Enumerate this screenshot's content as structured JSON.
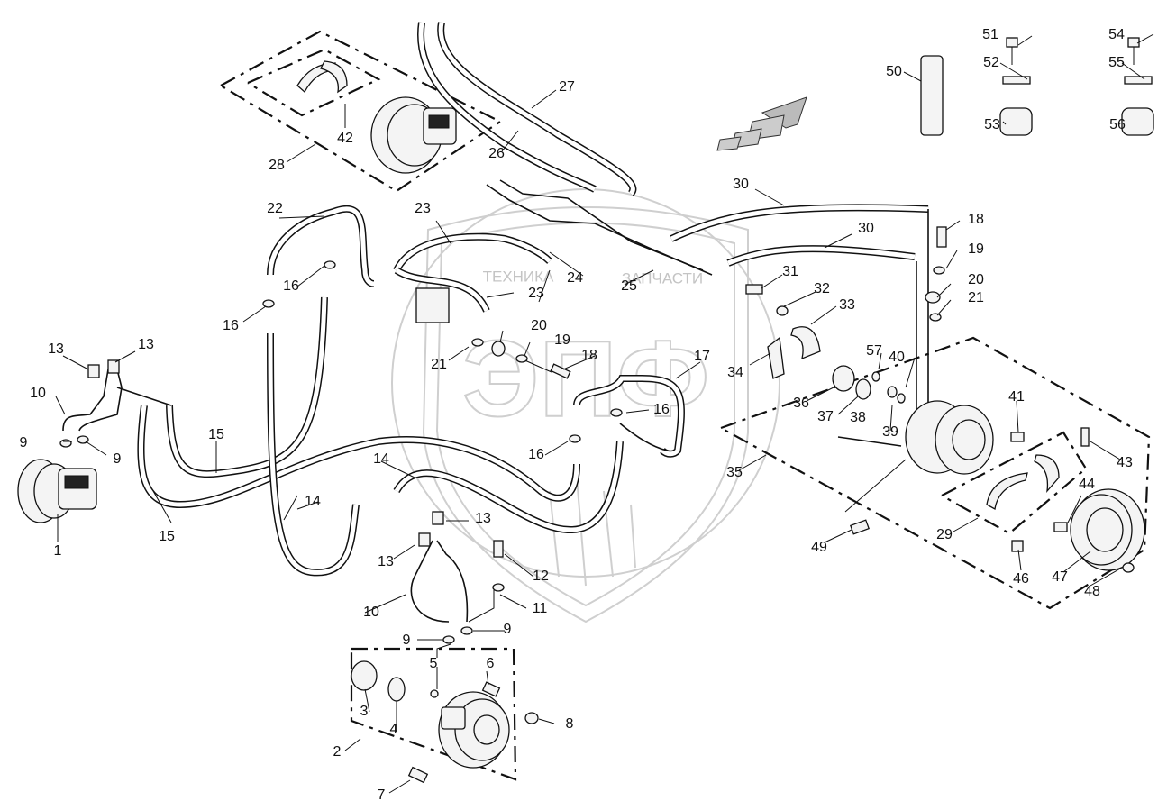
{
  "watermark": {
    "left_text": "ТЕХНИКА",
    "right_text": "ЗАПЧАСТИ",
    "logo_text": "ЭПФ"
  },
  "callouts": [
    {
      "id": "c1",
      "text": "1"
    },
    {
      "id": "c2",
      "text": "2"
    },
    {
      "id": "c3",
      "text": "3"
    },
    {
      "id": "c4",
      "text": "4"
    },
    {
      "id": "c5",
      "text": "5"
    },
    {
      "id": "c6",
      "text": "6"
    },
    {
      "id": "c7",
      "text": "7"
    },
    {
      "id": "c8",
      "text": "8"
    },
    {
      "id": "c9a",
      "text": "9"
    },
    {
      "id": "c9b",
      "text": "9"
    },
    {
      "id": "c9c",
      "text": "9"
    },
    {
      "id": "c9d",
      "text": "9"
    },
    {
      "id": "c10a",
      "text": "10"
    },
    {
      "id": "c10b",
      "text": "10"
    },
    {
      "id": "c11",
      "text": "11"
    },
    {
      "id": "c12",
      "text": "12"
    },
    {
      "id": "c13a",
      "text": "13"
    },
    {
      "id": "c13b",
      "text": "13"
    },
    {
      "id": "c13c",
      "text": "13"
    },
    {
      "id": "c13d",
      "text": "13"
    },
    {
      "id": "c14a",
      "text": "14"
    },
    {
      "id": "c14b",
      "text": "14"
    },
    {
      "id": "c15a",
      "text": "15"
    },
    {
      "id": "c15b",
      "text": "15"
    },
    {
      "id": "c16a",
      "text": "16"
    },
    {
      "id": "c16b",
      "text": "16"
    },
    {
      "id": "c16c",
      "text": "16"
    },
    {
      "id": "c16d",
      "text": "16"
    },
    {
      "id": "c17",
      "text": "17"
    },
    {
      "id": "c18a",
      "text": "18"
    },
    {
      "id": "c18b",
      "text": "18"
    },
    {
      "id": "c19a",
      "text": "19"
    },
    {
      "id": "c19b",
      "text": "19"
    },
    {
      "id": "c20a",
      "text": "20"
    },
    {
      "id": "c20b",
      "text": "20"
    },
    {
      "id": "c21a",
      "text": "21"
    },
    {
      "id": "c21b",
      "text": "21"
    },
    {
      "id": "c22",
      "text": "22"
    },
    {
      "id": "c23a",
      "text": "23"
    },
    {
      "id": "c23b",
      "text": "23"
    },
    {
      "id": "c24",
      "text": "24"
    },
    {
      "id": "c25",
      "text": "25"
    },
    {
      "id": "c26",
      "text": "26"
    },
    {
      "id": "c27",
      "text": "27"
    },
    {
      "id": "c28",
      "text": "28"
    },
    {
      "id": "c29",
      "text": "29"
    },
    {
      "id": "c30a",
      "text": "30"
    },
    {
      "id": "c30b",
      "text": "30"
    },
    {
      "id": "c31",
      "text": "31"
    },
    {
      "id": "c32",
      "text": "32"
    },
    {
      "id": "c33",
      "text": "33"
    },
    {
      "id": "c34",
      "text": "34"
    },
    {
      "id": "c35",
      "text": "35"
    },
    {
      "id": "c36",
      "text": "36"
    },
    {
      "id": "c37",
      "text": "37"
    },
    {
      "id": "c38",
      "text": "38"
    },
    {
      "id": "c39",
      "text": "39"
    },
    {
      "id": "c40",
      "text": "40"
    },
    {
      "id": "c41",
      "text": "41"
    },
    {
      "id": "c42",
      "text": "42"
    },
    {
      "id": "c43",
      "text": "43"
    },
    {
      "id": "c44",
      "text": "44"
    },
    {
      "id": "c46",
      "text": "46"
    },
    {
      "id": "c47",
      "text": "47"
    },
    {
      "id": "c48",
      "text": "48"
    },
    {
      "id": "c49",
      "text": "49"
    },
    {
      "id": "c50",
      "text": "50"
    },
    {
      "id": "c51",
      "text": "51"
    },
    {
      "id": "c52",
      "text": "52"
    },
    {
      "id": "c53",
      "text": "53"
    },
    {
      "id": "c54",
      "text": "54"
    },
    {
      "id": "c55",
      "text": "55"
    },
    {
      "id": "c56",
      "text": "56"
    },
    {
      "id": "c57",
      "text": "57"
    }
  ]
}
